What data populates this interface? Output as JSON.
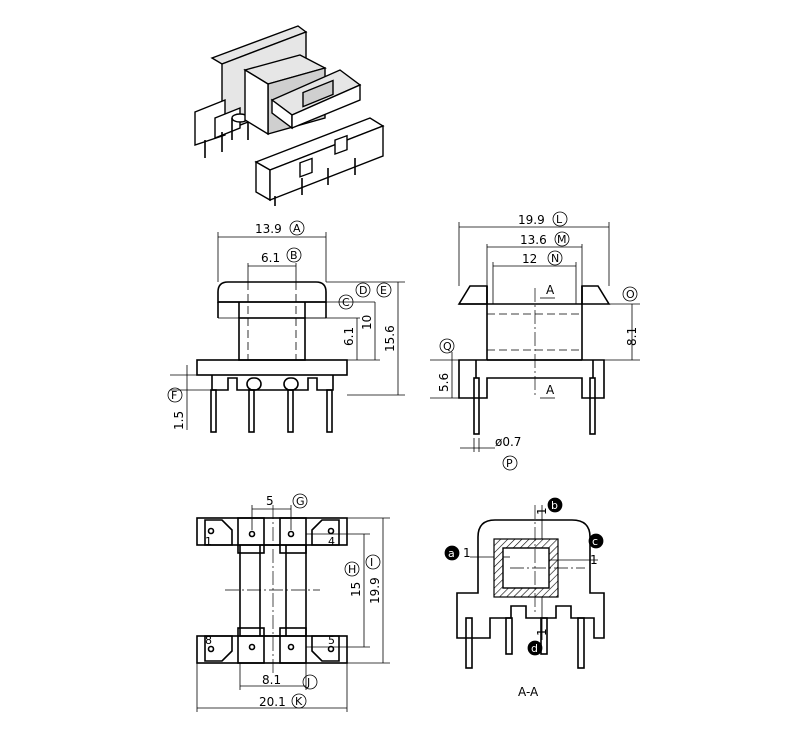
{
  "front_view": {
    "dim_width": "13.9",
    "dim_width_tag": "A",
    "dim_core": "6.1",
    "dim_core_tag": "B",
    "tag_c": "C",
    "dim_window": "6.1",
    "dim_d": "10",
    "dim_d_tag": "D",
    "dim_height": "15.6",
    "dim_height_tag": "E",
    "dim_base": "1.5",
    "dim_base_tag": "F"
  },
  "side_view": {
    "dim_overall": "19.9",
    "dim_overall_tag": "L",
    "dim_flange": "13.6",
    "dim_flange_tag": "M",
    "dim_inner": "12",
    "dim_inner_tag": "N",
    "dim_o": "8.1",
    "dim_o_tag": "O",
    "dim_q": "5.6",
    "dim_q_tag": "Q",
    "dim_pin": "ø0.7",
    "dim_pin_tag": "P",
    "section_mark": "A"
  },
  "bottom_view": {
    "dim_pitch": "5",
    "dim_pitch_tag": "G",
    "dim_h": "15",
    "dim_h_tag": "H",
    "dim_i": "19.9",
    "dim_i_tag": "I",
    "dim_j": "8.1",
    "dim_j_tag": "J",
    "dim_k": "20.1",
    "dim_k_tag": "K",
    "pin_labels": [
      "1",
      "4",
      "8",
      "5"
    ]
  },
  "section_view": {
    "wall_a": "1",
    "tag_a": "a",
    "wall_b": "1",
    "tag_b": "b",
    "wall_c": "1",
    "tag_c": "c",
    "wall_d": "1",
    "tag_d": "d",
    "caption": "A-A"
  }
}
